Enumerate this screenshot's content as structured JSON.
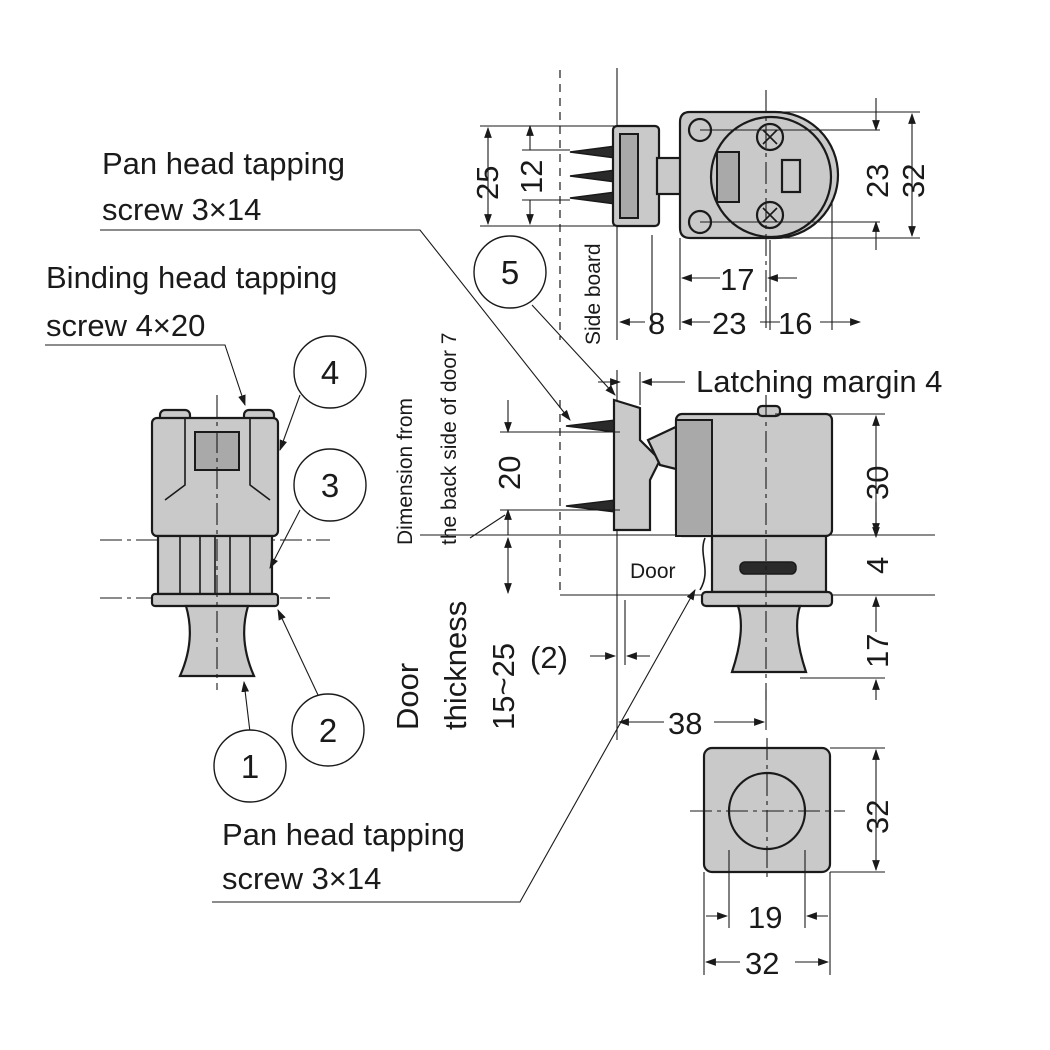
{
  "callouts": {
    "pan_head_top": [
      "Pan head tapping",
      "screw 3×14"
    ],
    "binding_head": [
      "Binding head tapping",
      "screw 4×20"
    ],
    "pan_head_bottom": [
      "Pan head tapping",
      "screw 3×14"
    ],
    "latching_margin": "Latching margin 4",
    "dimension_from": [
      "Dimension from",
      "the back side of door 7"
    ],
    "side_board": "Side board",
    "door": "Door",
    "door_thickness": [
      "Door",
      "thickness",
      "15~25"
    ]
  },
  "part_numbers": [
    "1",
    "2",
    "3",
    "4",
    "5"
  ],
  "dimensions": {
    "top_25": "25",
    "top_12": "12",
    "top_23": "23",
    "top_32": "32",
    "top_17": "17",
    "top_8": "8",
    "top_23b": "23",
    "top_16": "16",
    "side_20": "20",
    "side_30": "30",
    "side_4": "4",
    "side_17": "17",
    "paren_2": "(2)",
    "width_38": "38",
    "front_32v": "32",
    "front_19": "19",
    "front_32h": "32"
  },
  "colors": {
    "part_fill": "#c9c9c9",
    "line": "#1a1a1a",
    "background": "#ffffff"
  }
}
